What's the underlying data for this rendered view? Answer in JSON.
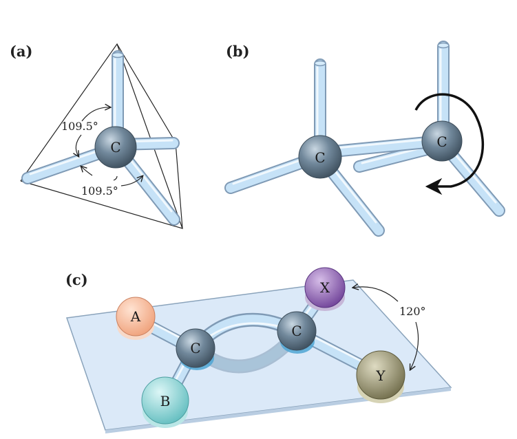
{
  "panels": {
    "a": {
      "label": "(a)",
      "center_atom": "C",
      "angles": [
        "109.5°",
        "109.5°"
      ]
    },
    "b": {
      "label": "(b)",
      "atoms": [
        "C",
        "C"
      ]
    },
    "c": {
      "label": "(c)",
      "atoms": [
        "C",
        "C"
      ],
      "substituents": [
        "A",
        "B",
        "X",
        "Y"
      ],
      "angle": "120°"
    }
  },
  "colors": {
    "bond": "#c6e2f7",
    "carbon": "#5d7486",
    "plane": "#dbe9f8",
    "A": "#f4b48f",
    "B": "#7ecfcf",
    "X": "#8a5bb0",
    "Y": "#8f8a63"
  }
}
